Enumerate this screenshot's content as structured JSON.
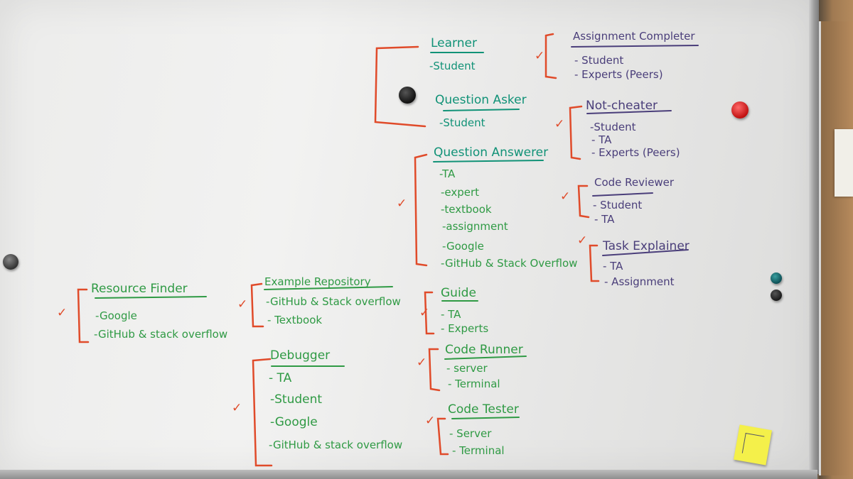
{
  "clusters": {
    "learner": {
      "title": "Learner",
      "items": [
        "-Student"
      ]
    },
    "question_asker": {
      "title": "Question Asker",
      "items": [
        "-Student"
      ]
    },
    "question_answerer": {
      "title": "Question Answerer",
      "items": [
        "-TA",
        "-expert",
        "-textbook",
        "-assignment",
        "-Google",
        "-GitHub & Stack Overflow"
      ]
    },
    "assignment_completer": {
      "title": "Assignment Completer",
      "items": [
        "- Student",
        "- Experts (Peers)"
      ]
    },
    "not_cheater": {
      "title": "Not-cheater",
      "items": [
        "-Student",
        "- TA",
        "- Experts (Peers)"
      ]
    },
    "code_reviewer": {
      "title": "Code Reviewer",
      "items": [
        "- Student",
        "- TA"
      ]
    },
    "task_explainer": {
      "title": "Task Explainer",
      "items": [
        "- TA",
        "- Assignment"
      ]
    },
    "resource_finder": {
      "title": "Resource Finder",
      "items": [
        "-Google",
        "-GitHub & stack overflow"
      ]
    },
    "example_repository": {
      "title": "Example Repository",
      "items": [
        "-GitHub & Stack overflow",
        "- Textbook"
      ]
    },
    "guide": {
      "title": "Guide",
      "items": [
        "- TA",
        "- Experts"
      ]
    },
    "debugger": {
      "title": "Debugger",
      "items": [
        "- TA",
        "-Student",
        "-Google",
        "-GitHub & stack overflow"
      ]
    },
    "code_runner": {
      "title": "Code Runner",
      "items": [
        "- server",
        "- Terminal"
      ]
    },
    "code_tester": {
      "title": "Code Tester",
      "items": [
        "- Server",
        "- Terminal"
      ]
    }
  },
  "check_mark": "✓",
  "ink_colors": {
    "green": "#2f9a44",
    "teal": "#119277",
    "purple": "#4a3e7a",
    "red": "#e04b2a"
  }
}
